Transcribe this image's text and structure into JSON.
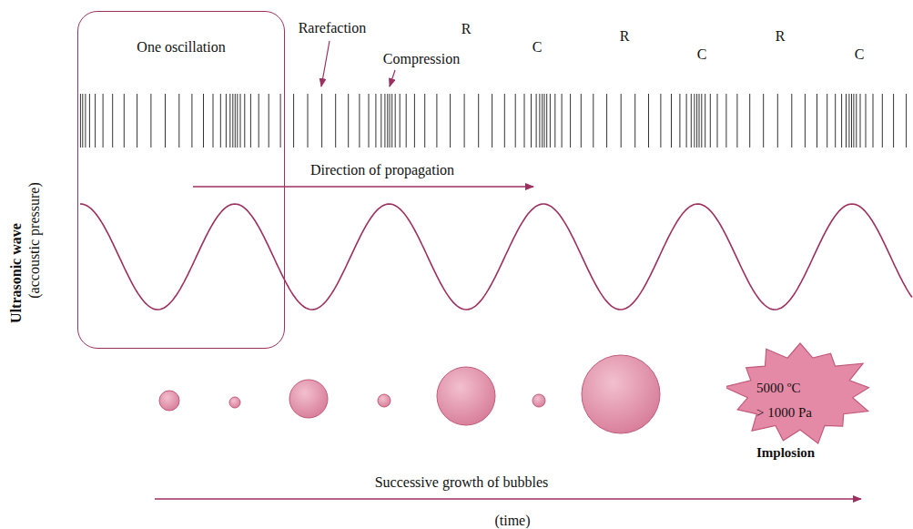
{
  "diagram": {
    "nodes": [
      {
        "text": [
          "One oscillation"
        ]
      },
      {
        "text": [
          "5000 ºC",
          "> 1000 Pa",
          "Implosion"
        ]
      }
    ],
    "labels": [
      "Rarefaction",
      "Compression",
      "R",
      "C",
      "R",
      "C",
      "R",
      "C",
      "Direction of propagation",
      "Ultrasonic wave",
      "(accoustic pressure)",
      "Successive growth of bubbles",
      "(time)"
    ]
  }
}
